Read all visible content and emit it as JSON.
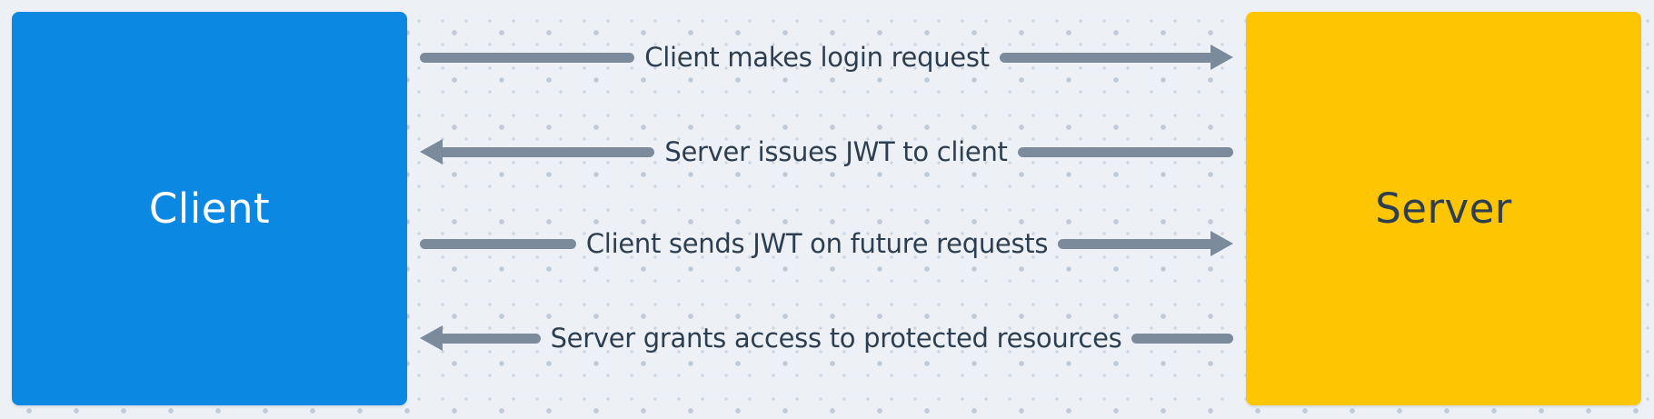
{
  "diagram": {
    "nodes": [
      {
        "id": "client",
        "label": "Client",
        "fill": "#0a88e2",
        "text_color": "#ffffff"
      },
      {
        "id": "server",
        "label": "Server",
        "fill": "#fdc502",
        "text_color": "#2d3e50"
      }
    ],
    "flows": [
      {
        "label": "Client makes login request",
        "direction": "right"
      },
      {
        "label": "Server issues JWT to client",
        "direction": "left"
      },
      {
        "label": "Client sends JWT on future requests",
        "direction": "right"
      },
      {
        "label": "Server grants access to protected resources",
        "direction": "left"
      }
    ],
    "colors": {
      "background": "#edf1f5",
      "dot_large": "#bfcbd8",
      "dot_small": "#ccd5df",
      "arrow": "#7c8b9c",
      "label_text": "#2c3e50"
    }
  }
}
